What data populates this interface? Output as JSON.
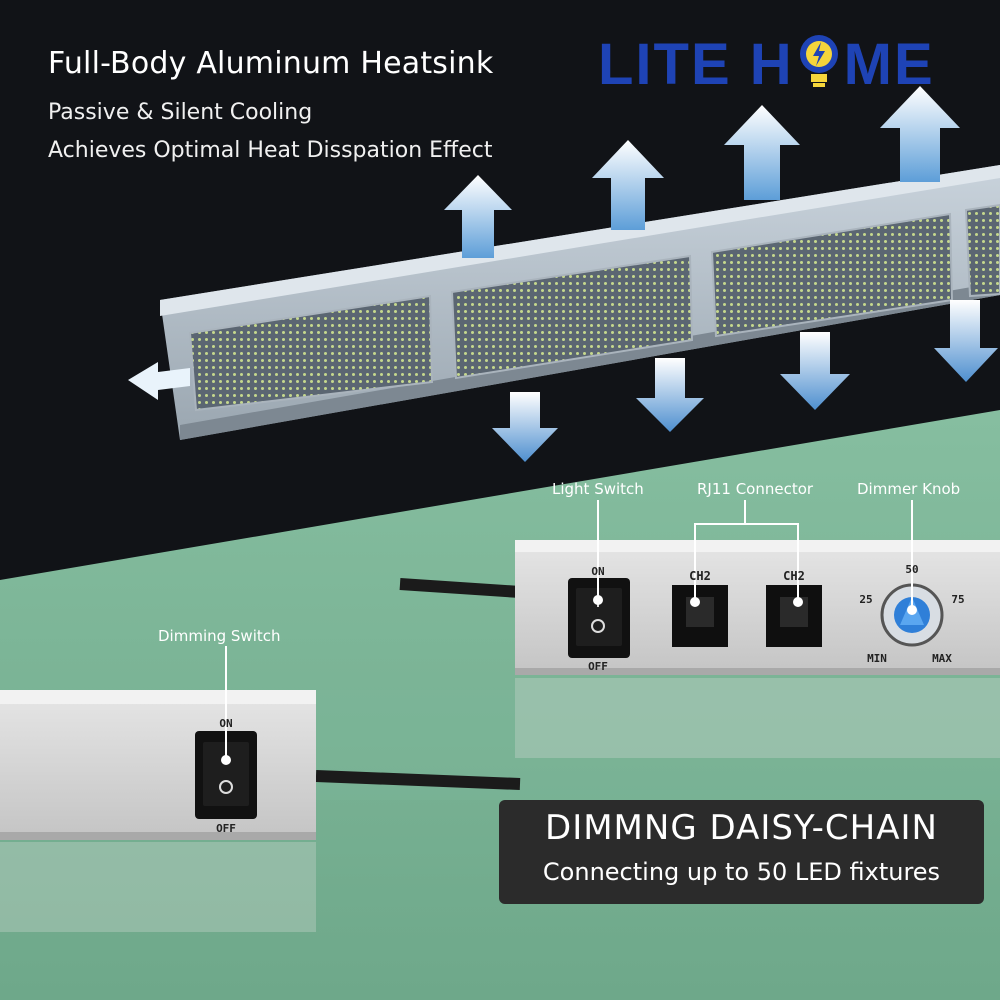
{
  "brand": {
    "logo_text_left": "LITE H",
    "logo_text_right": "ME"
  },
  "headline": "Full-Body Aluminum Heatsink",
  "subheadlines": [
    "Passive & Silent Cooling",
    "Achieves Optimal Heat Disspation Effect"
  ],
  "callouts": {
    "light_switch": "Light Switch",
    "rj11_connector": "RJ11 Connector",
    "dimmer_knob": "Dimmer Knob",
    "dimming_switch": "Dimming Switch"
  },
  "control_box": {
    "switch_on": "ON",
    "switch_off": "OFF",
    "port_left": "CH2",
    "port_right": "CH2",
    "knob_ticks": [
      "25",
      "50",
      "75"
    ],
    "knob_min": "MIN",
    "knob_max": "MAX"
  },
  "secondary_box": {
    "switch_on": "ON",
    "switch_off": "OFF"
  },
  "banner": {
    "title": "DIMMNG DAISY-CHAIN",
    "subtitle": "Connecting up to 50 LED fixtures"
  },
  "colors": {
    "top_bg": "#121417",
    "bottom_bg": "#7bb495",
    "logo_blue": "#1e43b5",
    "arrow_blue": "#7fb8e8",
    "banner_bg": "#2b2b2b"
  }
}
